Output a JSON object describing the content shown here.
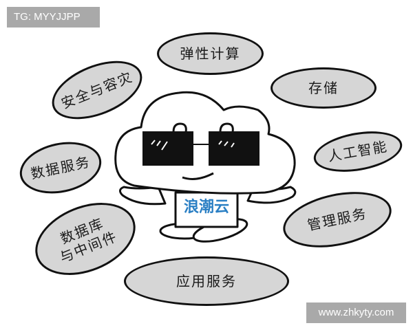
{
  "watermarks": {
    "top_left": "TG: MYYJJPP",
    "bottom_right": "www.zhkyty.com"
  },
  "mascot": {
    "logo_text": "浪潮云",
    "logo_color": "#2a7fc4"
  },
  "services": [
    {
      "id": "elastic-compute",
      "label": "弹性计算"
    },
    {
      "id": "storage",
      "label": "存储"
    },
    {
      "id": "security-dr",
      "label": "安全与容灾"
    },
    {
      "id": "ai",
      "label": "人工智能"
    },
    {
      "id": "data-services",
      "label": "数据服务"
    },
    {
      "id": "management",
      "label": "管理服务"
    },
    {
      "id": "database-middleware",
      "label": "数据库\n与中间件"
    },
    {
      "id": "application",
      "label": "应用服务"
    }
  ],
  "colors": {
    "bubble_fill": "#d6d6d6",
    "outline": "#111111",
    "watermark_bg": "#a9a9a9"
  }
}
